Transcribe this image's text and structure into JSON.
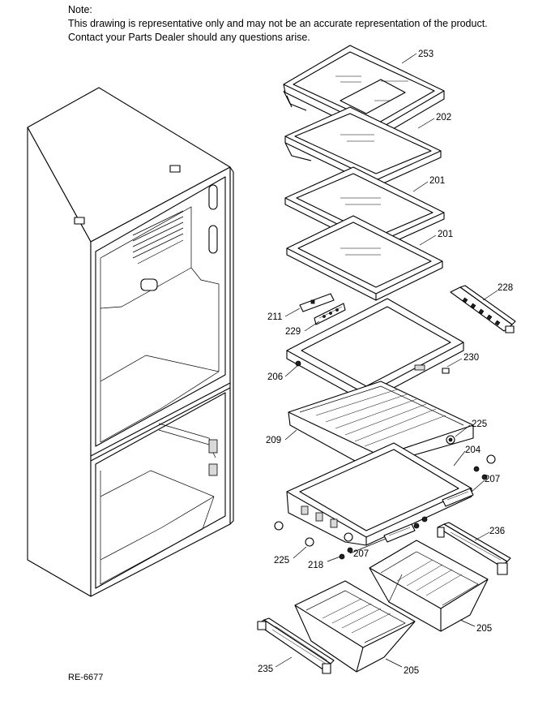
{
  "note": {
    "title": "Note:",
    "line1": "This drawing is representative only and may not be an accurate representation of the product.",
    "line2": "Contact your Parts Dealer should any questions arise."
  },
  "diagram_code": "RE-6677",
  "callouts": {
    "p253": "253",
    "p202": "202",
    "p201a": "201",
    "p201b": "201",
    "p228": "228",
    "p211": "211",
    "p229": "229",
    "p230": "230",
    "p206": "206",
    "p225a": "225",
    "p209": "209",
    "p204": "204",
    "p207a": "207",
    "p236": "236",
    "p207b": "207",
    "p225b": "225",
    "p218": "218",
    "p205a": "205",
    "p235": "235",
    "p205b": "205"
  }
}
